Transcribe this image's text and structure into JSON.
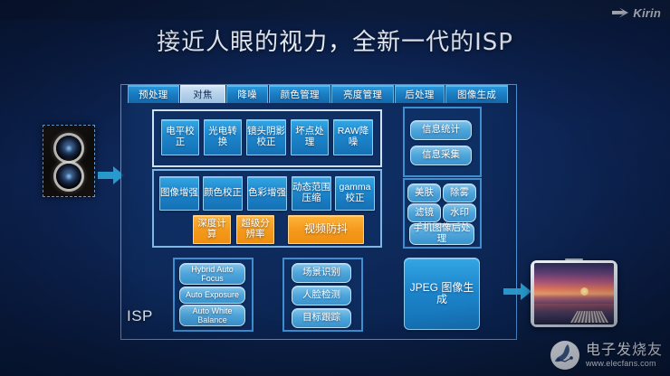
{
  "header": {
    "brand": "Kirin",
    "brand_icon": "kirin-arrow-logo",
    "title": "接近人眼的视力，全新一代的ISP"
  },
  "diagram": {
    "panel_label": "ISP",
    "camera_module": {
      "name": "dual-camera-module",
      "lenses": 2
    },
    "tabs": [
      {
        "label": "预处理",
        "active": false
      },
      {
        "label": "对焦",
        "active": true
      },
      {
        "label": "降噪",
        "active": false
      },
      {
        "label": "颜色管理",
        "active": false
      },
      {
        "label": "亮度管理",
        "active": false
      },
      {
        "label": "后处理",
        "active": false
      },
      {
        "label": "图像生成",
        "active": false
      }
    ],
    "row_preprocess": [
      "电平校正",
      "光电转换",
      "镜头阴影校正",
      "坏点处理",
      "RAW降噪"
    ],
    "row_enhance": [
      "图像增强",
      "颜色校正",
      "色彩增强",
      "动态范围压缩",
      "gamma校正"
    ],
    "row_highlight": [
      "深度计算",
      "超级分辨率",
      "视频防抖"
    ],
    "group_3a": [
      "Hybrid Auto Focus",
      "Auto Exposure",
      "Auto White Balance"
    ],
    "group_detect": [
      "场景识别",
      "人脸检测",
      "目标跟踪"
    ],
    "group_stats": [
      "信息统计",
      "信息采集"
    ],
    "group_postprocess": [
      "美肤",
      "除雾",
      "滤镜",
      "水印",
      "手机图像后处理"
    ],
    "output_block": "JPEG 图像生成"
  },
  "watermark": {
    "name_cn": "电子发烧友",
    "url": "www.elecfans.com",
    "icon": "elecfans-leaf-logo"
  },
  "colors": {
    "background_deep": "#0a1a3c",
    "chip_blue": "#1d86cc",
    "chip_highlight": "#f59a1c",
    "tab_blue": "#1b7ec4",
    "tab_active": "#b9d4ec",
    "panel_border": "#4d8fd0",
    "text_light": "#ffffff"
  }
}
